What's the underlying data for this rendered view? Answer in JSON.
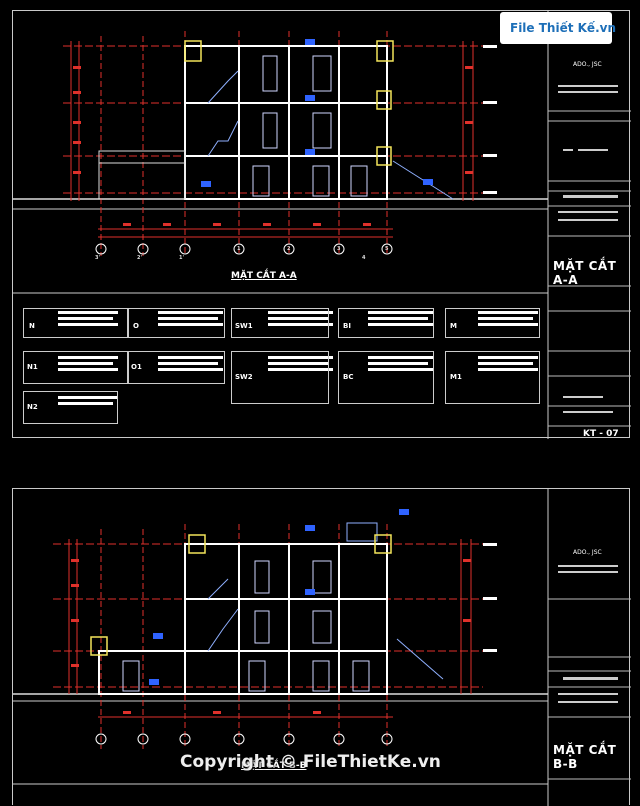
{
  "watermark": {
    "logo_text": "File Thiết Kế.vn",
    "copyright": "Copyright © FileThietKe.vn"
  },
  "sheet1": {
    "section_title": "MẶT CẮT A-A",
    "titleblock_title": "MẶT CẮT A-A",
    "sheet_code": "KT - 07",
    "firm_short": "ADO., JSC",
    "grid_labels": [
      "3'",
      "2'",
      "1'",
      "1",
      "2",
      "3",
      "4",
      "5"
    ],
    "legend_keys": [
      "N",
      "N1",
      "N2",
      "O",
      "O1",
      "SW1",
      "SW2",
      "BI",
      "BC",
      "M",
      "M1"
    ]
  },
  "sheet2": {
    "section_title": "MẶT CẮT B-B",
    "titleblock_title": "MẶT CẮT B-B",
    "firm_short": "ADO., JSC"
  },
  "colors": {
    "background": "#000000",
    "grid": "#e0312b",
    "structure": "#ffffff",
    "detail": "#2f63ff",
    "highlight": "#f4e55b",
    "stair": "#8fb0ff"
  }
}
